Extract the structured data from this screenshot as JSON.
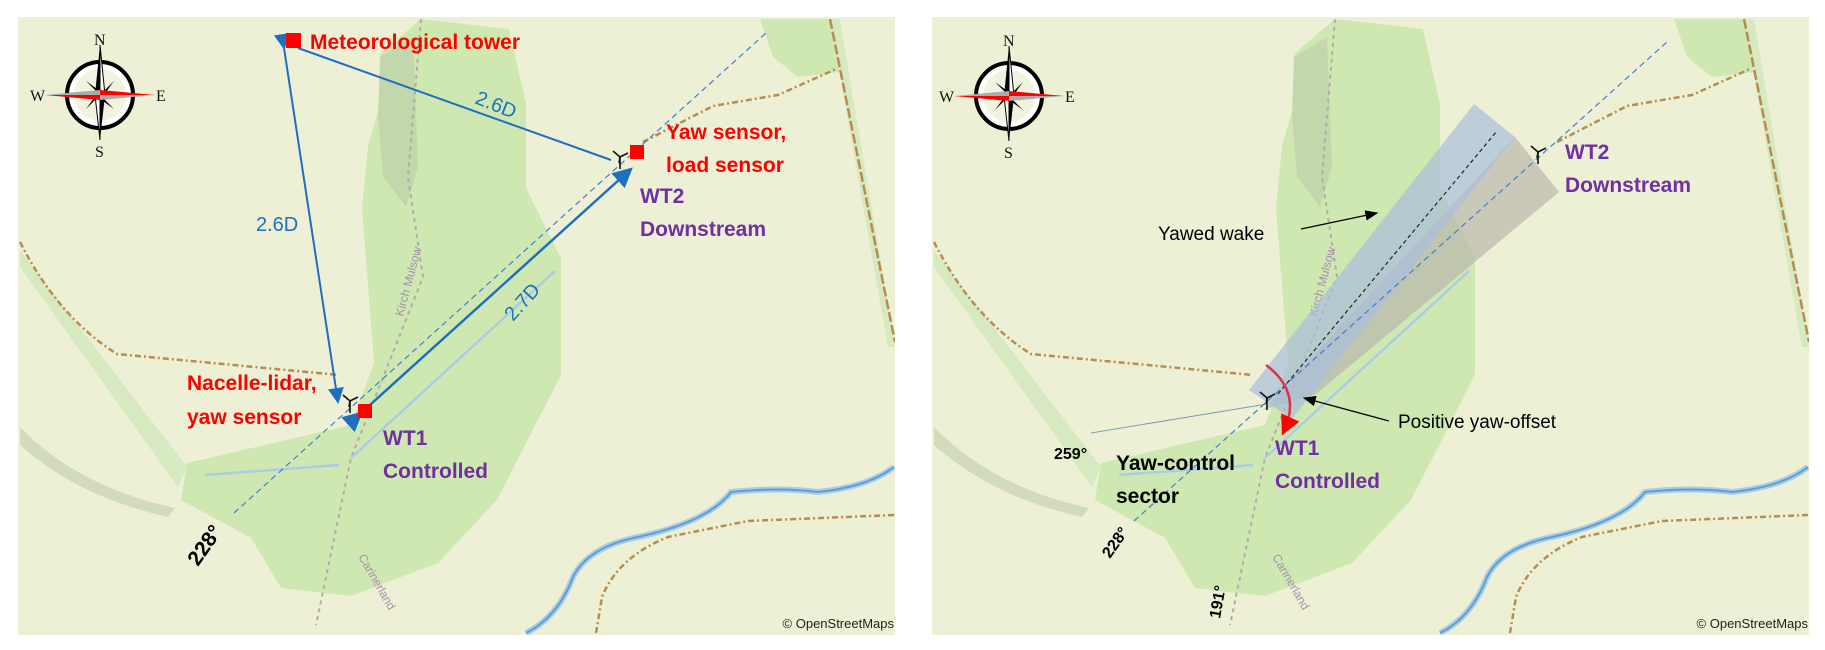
{
  "colors": {
    "map_bg": "#eef0d6",
    "forest": "#cfe8b2",
    "label_red": "#ff0000",
    "label_purple": "#7030a0",
    "distance_blue": "#1f6fbf",
    "wake_blue": "#a9bedb",
    "wake_gray": "#b9b7ad",
    "sector": "#7f99bd"
  },
  "compass": {
    "n": "N",
    "s": "S",
    "e": "E",
    "w": "W"
  },
  "map": {
    "road_1": "Kirch Mulsow",
    "road_2": "Carinerland",
    "attribution": "© OpenStreetMaps"
  },
  "left_panel": {
    "met_tower": "Meteorological tower",
    "wt2_sensor_line1": "Yaw sensor,",
    "wt2_sensor_line2": "load sensor",
    "wt2_line1": "WT2",
    "wt2_line2": "Downstream",
    "wt1_sensor_line1": "Nacelle-lidar,",
    "wt1_sensor_line2": "yaw sensor",
    "wt1_line1": "WT1",
    "wt1_line2": "Controlled",
    "dist_met_wt1": "2.6D",
    "dist_met_wt2": "2.6D",
    "dist_wt1_wt2": "2.7D",
    "direction": "228°"
  },
  "right_panel": {
    "wt2_line1": "WT2",
    "wt2_line2": "Downstream",
    "wt1_line1": "WT1",
    "wt1_line2": "Controlled",
    "yawed_wake": "Yawed wake",
    "yaw_offset": "Positive yaw-offset",
    "sector_line1": "Yaw-control",
    "sector_line2": "sector",
    "angle_upper": "259°",
    "angle_mid": "228°",
    "angle_lower": "191°"
  }
}
